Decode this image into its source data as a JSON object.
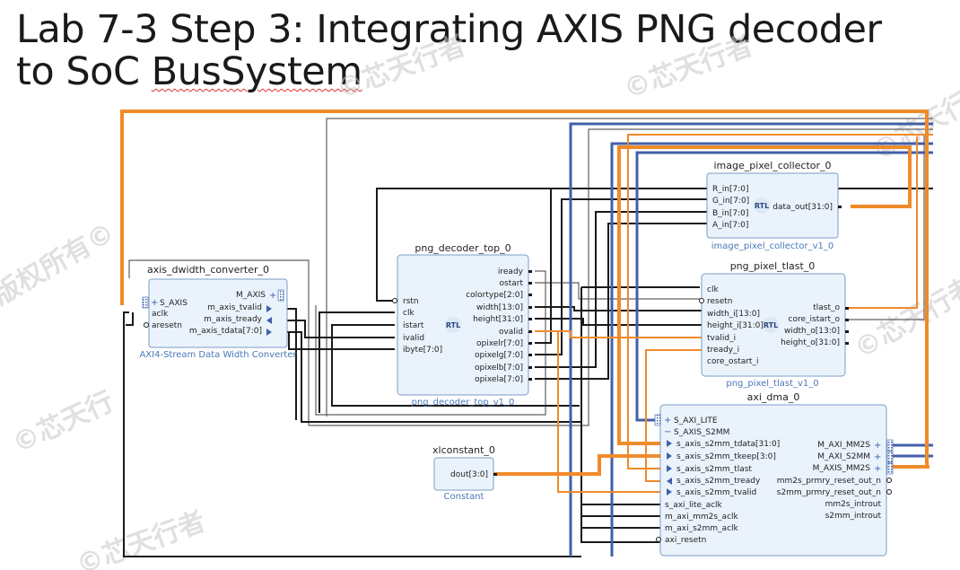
{
  "slide": {
    "title_line1": "Lab 7-3 Step 3: Integrating AXIS PNG decoder",
    "title_line2_a": "to SoC ",
    "title_line2_b": "BusSystem"
  },
  "colors": {
    "orange": "#f08a2a",
    "blue": "#4060a8",
    "wire": "#1a1a1a",
    "gray": "#555555",
    "block_fill": "#eaf3fc",
    "block_border": "#7a9cc6",
    "caption": "#4a78b8"
  },
  "blocks": {
    "dwidth": {
      "name": "axis_dwidth_converter_0",
      "caption": "AXI4-Stream Data Width Converter",
      "ports_left": [
        "S_AXIS",
        "aclk",
        "aresetn"
      ],
      "ports_right": [
        "M_AXIS",
        "m_axis_tvalid",
        "m_axis_tready",
        "m_axis_tdata[7:0]"
      ]
    },
    "decoder": {
      "name": "png_decoder_top_0",
      "caption": "png_decoder_top_v1_0",
      "badge": "RTL",
      "ports_left": [
        "rstn",
        "clk",
        "istart",
        "ivalid",
        "ibyte[7:0]"
      ],
      "ports_right": [
        "iready",
        "ostart",
        "colortype[2:0]",
        "width[13:0]",
        "height[31:0]",
        "ovalid",
        "opixelr[7:0]",
        "opixelg[7:0]",
        "opixelb[7:0]",
        "opixela[7:0]"
      ]
    },
    "collector": {
      "name": "image_pixel_collector_0",
      "caption": "image_pixel_collector_v1_0",
      "badge": "RTL",
      "ports_left": [
        "R_in[7:0]",
        "G_in[7:0]",
        "B_in[7:0]",
        "A_in[7:0]"
      ],
      "ports_right": [
        "data_out[31:0]"
      ]
    },
    "tlast": {
      "name": "png_pixel_tlast_0",
      "caption": "png_pixel_tlast_v1_0",
      "badge": "RTL",
      "ports_left": [
        "clk",
        "resetn",
        "width_i[13:0]",
        "height_i[31:0]",
        "tvalid_i",
        "tready_i",
        "core_ostart_i"
      ],
      "ports_right": [
        "tlast_o",
        "core_istart_o",
        "width_o[13:0]",
        "height_o[31:0]"
      ]
    },
    "dma": {
      "name": "axi_dma_0",
      "ports_left": [
        "S_AXI_LITE",
        "S_AXIS_S2MM",
        "s_axis_s2mm_tdata[31:0]",
        "s_axis_s2mm_tkeep[3:0]",
        "s_axis_s2mm_tlast",
        "s_axis_s2mm_tready",
        "s_axis_s2mm_tvalid",
        "s_axi_lite_aclk",
        "m_axi_mm2s_aclk",
        "m_axi_s2mm_aclk",
        "axi_resetn"
      ],
      "ports_right": [
        "M_AXI_MM2S",
        "M_AXI_S2MM",
        "M_AXIS_MM2S",
        "mm2s_prmry_reset_out_n",
        "s2mm_prmry_reset_out_n",
        "mm2s_introut",
        "s2mm_introut"
      ]
    },
    "xlconst": {
      "name": "xlconstant_0",
      "caption": "Constant",
      "ports_right": [
        "dout[3:0]"
      ]
    }
  },
  "watermarks": [
    "©芯天行者",
    "版权所有©",
    "©芯天行",
    "©芯天行者"
  ]
}
